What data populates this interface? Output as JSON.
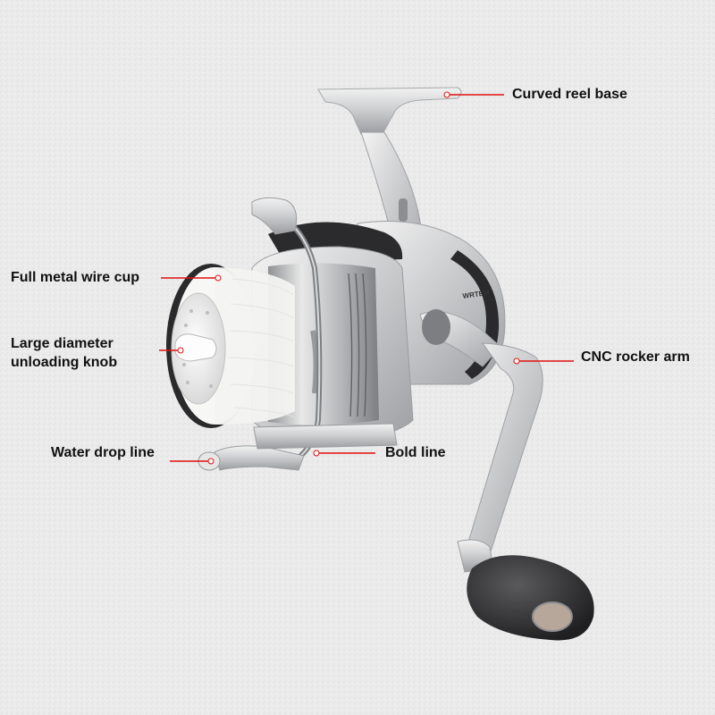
{
  "callouts": {
    "curved_reel_base": "Curved reel base",
    "full_metal_wire_cup": "Full metal wire cup",
    "large_diameter": {
      "line1": "Large diameter",
      "line2": "unloading knob"
    },
    "cnc_rocker_arm": "CNC rocker arm",
    "water_drop_line": "Water drop line",
    "bold_line": "Bold line"
  },
  "reel_markings": {
    "side_brand": "WRTEM"
  },
  "colors": {
    "background": "#ebebeb",
    "callout_line": "#e01010",
    "callout_dot": "#ffffff",
    "text": "#111111"
  }
}
